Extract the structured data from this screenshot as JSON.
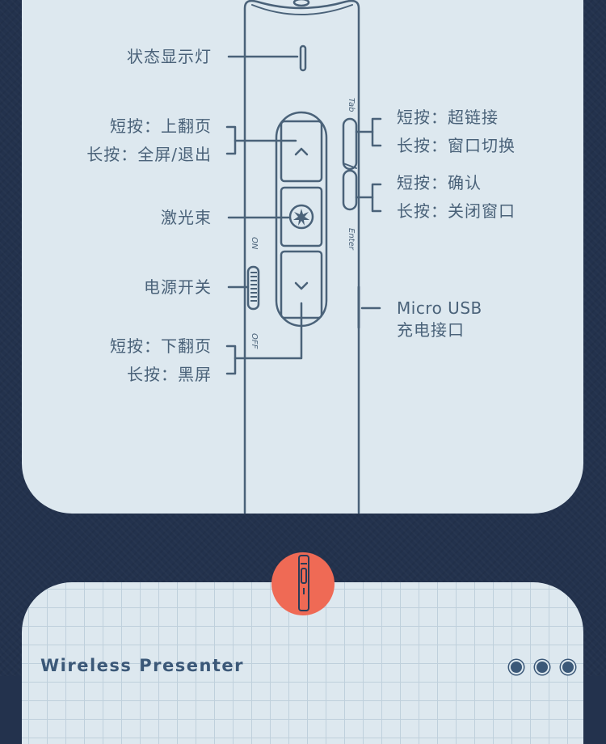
{
  "labels": {
    "status_light": "状态显示灯",
    "page_up_short": "短按：上翻页",
    "page_up_long": "长按：全屏/退出",
    "laser": "激光束",
    "power": "电源开关",
    "page_down_short": "短按：下翻页",
    "page_down_long": "长按：黑屏",
    "tab_short": "短按：超链接",
    "tab_long": "长按：窗口切换",
    "enter_short": "短按：确认",
    "enter_long": "长按：关闭窗口",
    "usb_line1": "Micro USB",
    "usb_line2": "充电接口"
  },
  "device_marks": {
    "tab": "Tab",
    "enter": "Enter",
    "on": "ON",
    "off": "OFF"
  },
  "footer": {
    "title": "Wireless Presenter"
  },
  "colors": {
    "line": "#4a6279",
    "panel": "#dde8ef",
    "background": "#23324d",
    "accent": "#ef6a55"
  }
}
